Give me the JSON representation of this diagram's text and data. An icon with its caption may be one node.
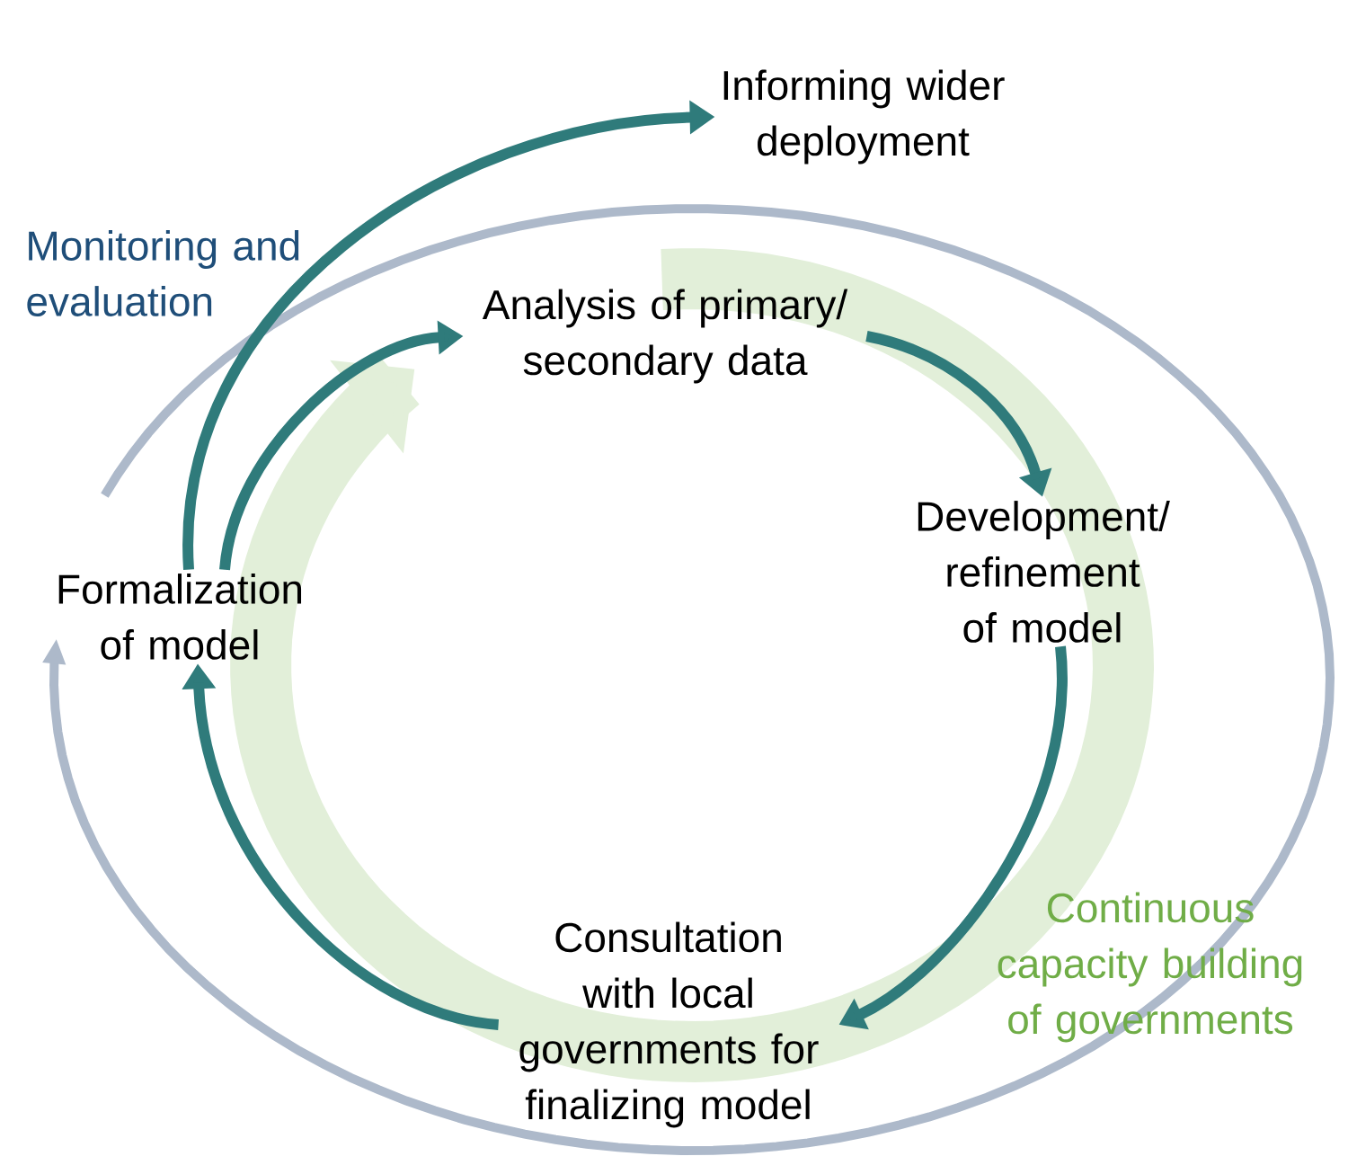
{
  "diagram": {
    "nodes": [
      {
        "text": [
          "Informing wider deployment"
        ]
      },
      {
        "text": [
          "Analysis of primary/ secondary data"
        ]
      },
      {
        "text": [
          "Development/ refinement of model"
        ]
      },
      {
        "text": [
          "Consultation with local governments for finalizing model"
        ]
      },
      {
        "text": [
          "Formalization of model"
        ]
      }
    ],
    "edges": [
      {
        "from": 1,
        "to": 2,
        "arrow": "to"
      },
      {
        "from": 2,
        "to": 3,
        "arrow": "to"
      },
      {
        "from": 3,
        "to": 4,
        "arrow": "to"
      },
      {
        "from": 4,
        "to": 1,
        "arrow": "to"
      },
      {
        "from": 4,
        "to": 0,
        "arrow": "to"
      }
    ],
    "labels": [
      "Monitoring and evaluation",
      "Continuous capacity building of governments"
    ]
  }
}
